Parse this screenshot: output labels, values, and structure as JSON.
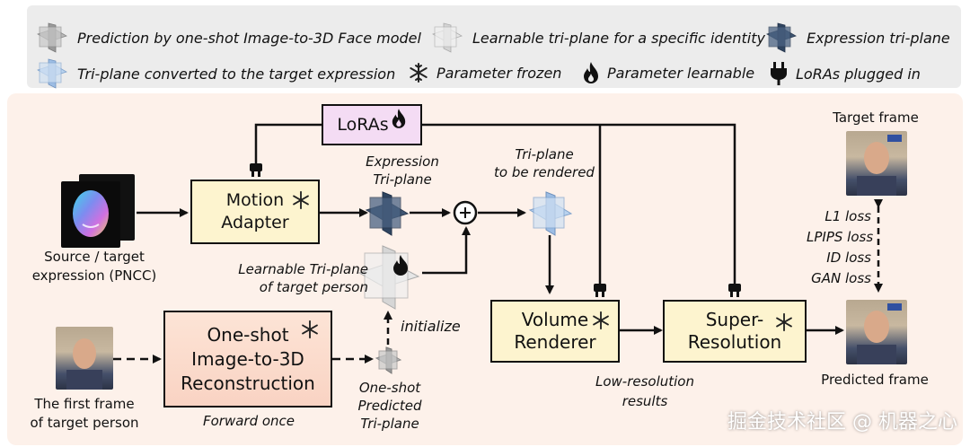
{
  "legend": {
    "items": [
      {
        "icon": "triplane-gray-icon",
        "label": "Prediction by one-shot Image-to-3D Face model"
      },
      {
        "icon": "triplane-light-icon",
        "label": "Learnable tri-plane for a specific identity"
      },
      {
        "icon": "triplane-dark-icon",
        "label": "Expression tri-plane"
      },
      {
        "icon": "triplane-blue-icon",
        "label": "Tri-plane converted to the target expression"
      },
      {
        "icon": "snowflake-icon",
        "label": "Parameter frozen"
      },
      {
        "icon": "flame-icon",
        "label": "Parameter learnable"
      },
      {
        "icon": "plug-icon",
        "label": "LoRAs plugged in"
      }
    ]
  },
  "diagram": {
    "loras_label": "LoRAs",
    "motion_adapter": [
      "Motion",
      "Adapter"
    ],
    "one_shot_box": [
      "One-shot",
      "Image-to-3D",
      "Reconstruction"
    ],
    "volume_renderer": [
      "Volume",
      "Renderer"
    ],
    "super_resolution": [
      "Super-",
      "Resolution"
    ],
    "source_label": [
      "Source / target",
      "expression (PNCC)"
    ],
    "first_frame_label": [
      "The first frame",
      "of target person"
    ],
    "forward_once": "Forward once",
    "expression_triplane": [
      "Expression",
      "Tri-plane"
    ],
    "triplane_rendered": [
      "Tri-plane",
      "to be rendered"
    ],
    "learnable_triplane": [
      "Learnable Tri-plane",
      "of target person"
    ],
    "initialize": "initialize",
    "one_shot_predicted": [
      "One-shot",
      "Predicted",
      "Tri-plane"
    ],
    "low_res": [
      "Low-resolution",
      "results"
    ],
    "target_frame": "Target frame",
    "predicted_frame": "Predicted frame",
    "losses": [
      "L1 loss",
      "LPIPS loss",
      "ID loss",
      "GAN loss"
    ],
    "plus_symbol": "+"
  },
  "watermark": "掘金技术社区 @ 机器之心"
}
